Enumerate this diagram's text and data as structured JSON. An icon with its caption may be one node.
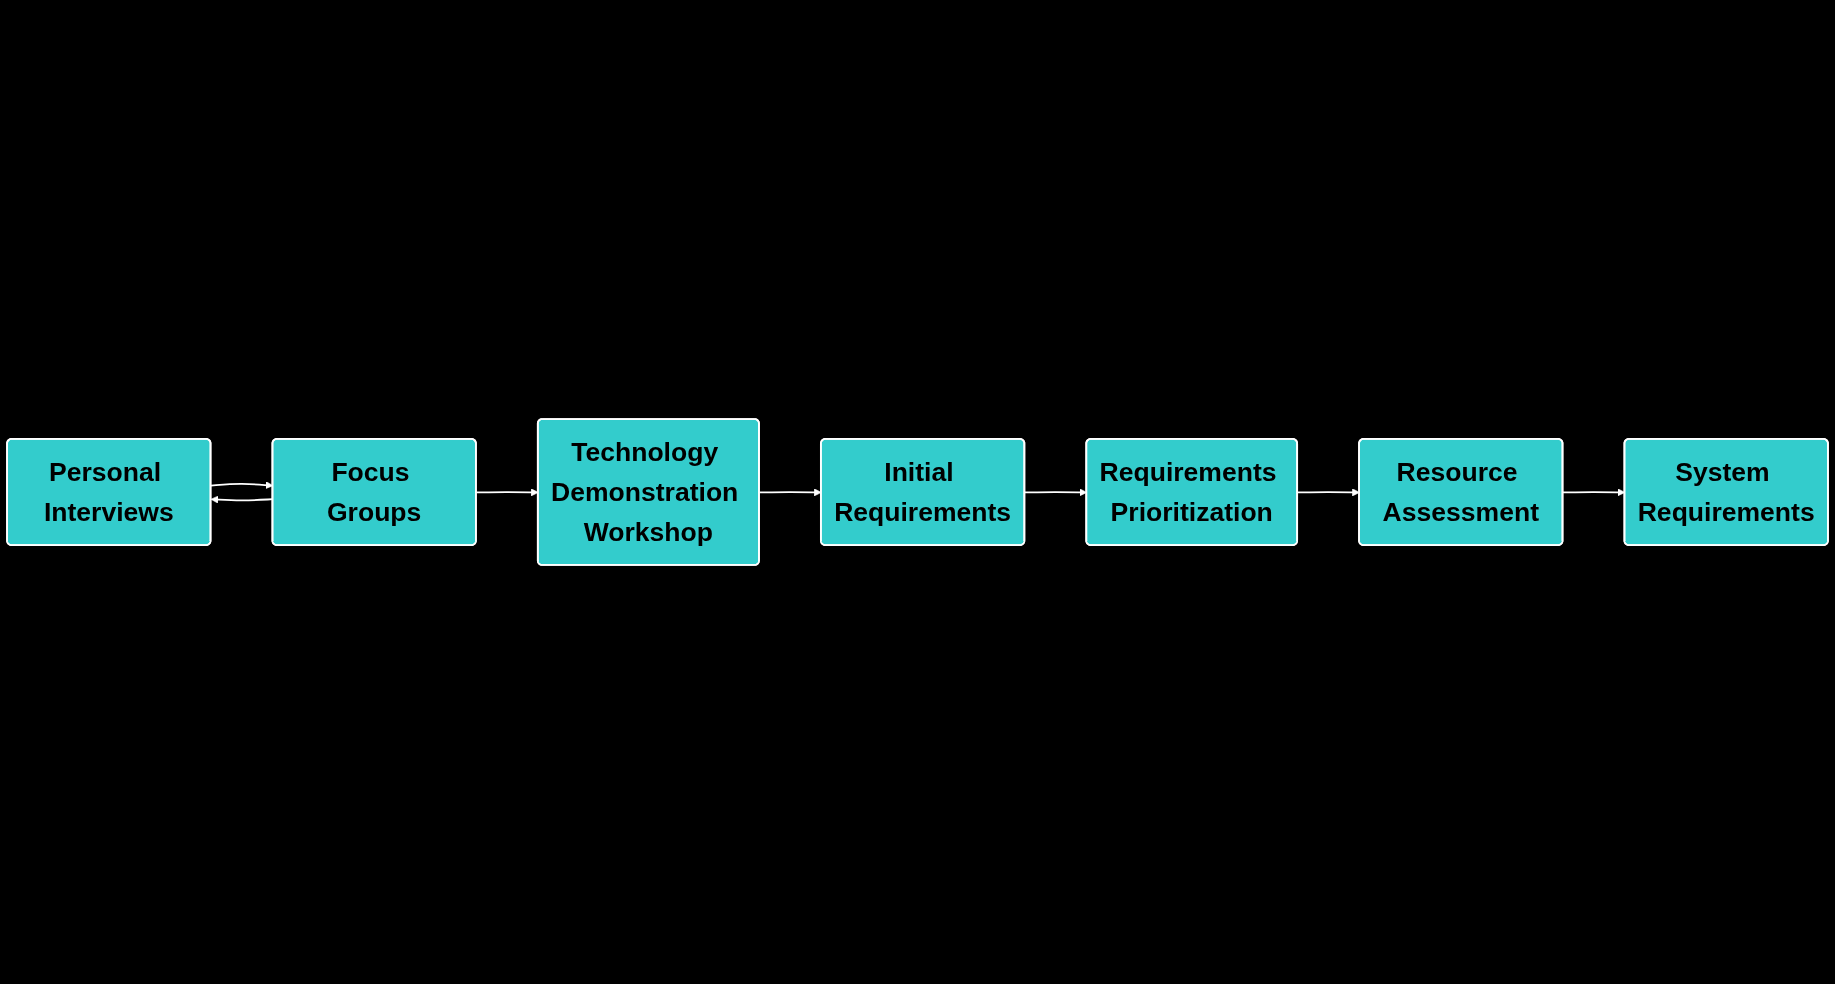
{
  "diagram": {
    "nodes": [
      {
        "text": [
          "Personal Interviews"
        ]
      },
      {
        "text": [
          "Focus Groups"
        ]
      },
      {
        "text": [
          "Technology Demonstration Workshop"
        ]
      },
      {
        "text": [
          "Initial Requirements"
        ]
      },
      {
        "text": [
          "Requirements Prioritization"
        ]
      },
      {
        "text": [
          "Resource Assessment"
        ]
      },
      {
        "text": [
          "System Requirements"
        ]
      }
    ],
    "edges": [
      {
        "from": 0,
        "to": 1,
        "arrow": "to"
      },
      {
        "from": 1,
        "to": 0,
        "arrow": "to"
      },
      {
        "from": 1,
        "to": 2,
        "arrow": "to"
      },
      {
        "from": 2,
        "to": 3,
        "arrow": "to"
      },
      {
        "from": 3,
        "to": 4,
        "arrow": "to"
      },
      {
        "from": 4,
        "to": 5,
        "arrow": "to"
      },
      {
        "from": 5,
        "to": 6,
        "arrow": "to"
      }
    ]
  }
}
